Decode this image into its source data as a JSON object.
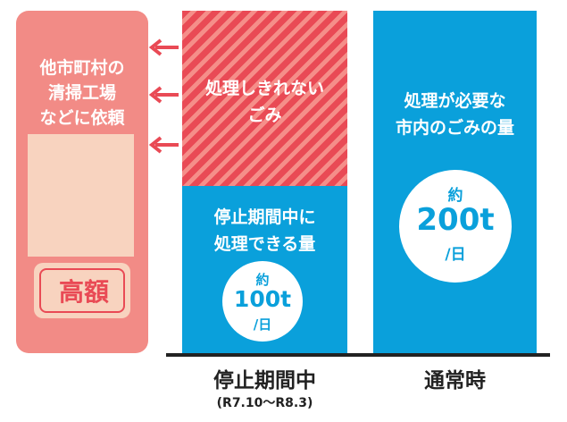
{
  "left_panel": {
    "lines": [
      "他市町村の",
      "清掃工場",
      "などに依頼"
    ],
    "badge": "高額"
  },
  "middle_column": {
    "hatched_lines": [
      "処理しきれない",
      "ごみ"
    ],
    "blue_lines": [
      "停止期間中に",
      "処理できる量"
    ],
    "circle": {
      "prefix": "約",
      "value": "100t",
      "unit": "/日"
    },
    "label": "停止期間中",
    "sublabel": "(R7.10〜R8.3)"
  },
  "right_column": {
    "lines": [
      "処理が必要な",
      "市内のごみの量"
    ],
    "circle": {
      "prefix": "約",
      "value": "200t",
      "unit": "/日"
    },
    "label": "通常時"
  },
  "colors": {
    "red": "#e94a55",
    "pink_panel": "#f28b86",
    "peach": "#f8d3bf",
    "blue": "#0aa0db"
  },
  "icons": [
    "arrow-left-icon",
    "arrow-left-icon",
    "arrow-left-icon"
  ]
}
